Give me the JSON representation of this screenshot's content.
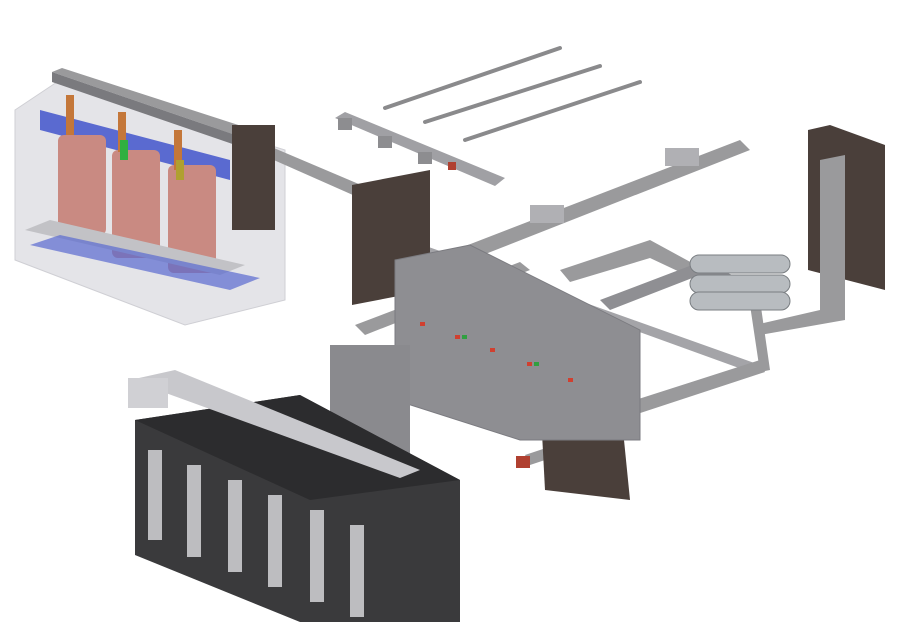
{
  "colors": {
    "background": "#ffffff",
    "busbar": "#9a9a9c",
    "busbar_dark": "#6f6f72",
    "wall_plate": "#4a3f3a",
    "cabinet": "#8e8e92",
    "rack": "#3a3a3c",
    "coil": "#c98a82",
    "blue_rail": "#5a6ad0",
    "enclosure": "#e4e4e8"
  },
  "components": [
    "transformer",
    "busbar-trunking",
    "wall-penetrations",
    "switchgear",
    "rack-cabinet",
    "cable-pipes",
    "lighting-tracks"
  ]
}
